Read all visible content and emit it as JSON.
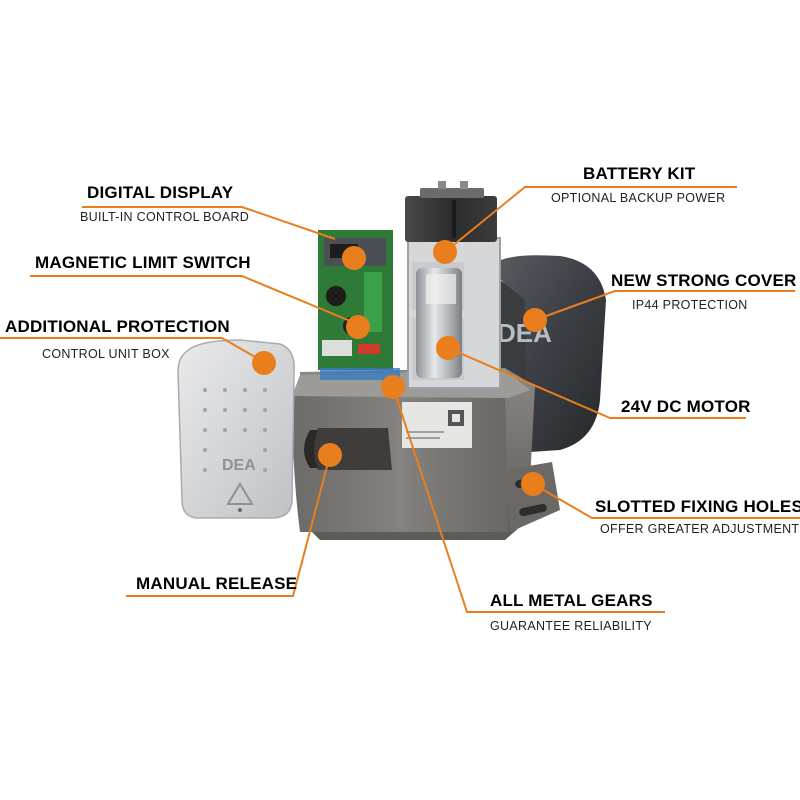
{
  "accent_color": "#e97e1d",
  "callouts": {
    "digital_display": {
      "title": "DIGITAL DISPLAY",
      "subtitle": "BUILT-IN CONTROL BOARD"
    },
    "magnetic_limit_switch": {
      "title": "MAGNETIC LIMIT SWITCH"
    },
    "additional_protection": {
      "title": "ADDITIONAL PROTECTION",
      "subtitle": "CONTROL UNIT BOX"
    },
    "manual_release": {
      "title": "MANUAL RELEASE"
    },
    "battery_kit": {
      "title": "BATTERY KIT",
      "subtitle": "OPTIONAL BACKUP POWER"
    },
    "new_strong_cover": {
      "title": "NEW STRONG COVER",
      "subtitle": "IP44 PROTECTION"
    },
    "motor": {
      "title": "24V DC MOTOR"
    },
    "slotted_fixing_holes": {
      "title": "SLOTTED FIXING HOLES",
      "subtitle": "OFFER GREATER ADJUSTMENT"
    },
    "all_metal_gears": {
      "title": "ALL METAL GEARS",
      "subtitle": "GUARANTEE RELIABILITY"
    }
  },
  "product": {
    "cover_logo": "DEA",
    "box_logo": "DEA"
  }
}
